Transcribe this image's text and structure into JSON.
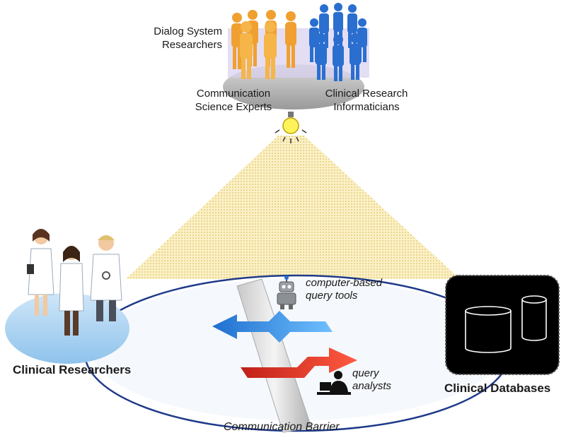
{
  "labels": {
    "dialog_system_researchers": [
      "Dialog System",
      "Researchers"
    ],
    "communication_science_experts": [
      "Communication",
      "Science Experts"
    ],
    "clinical_research_informaticians": [
      "Clinical Research",
      "Informaticians"
    ],
    "clinical_researchers": "Clinical Researchers",
    "clinical_databases": "Clinical Databases",
    "computer_based_query_tools": [
      "computer-based",
      "query tools"
    ],
    "query_analysts": [
      "query",
      "analysts"
    ],
    "communication_barrier": "Communication Barrier"
  },
  "colors": {
    "orange_people": "#f0a030",
    "blue_people": "#2a6fd0",
    "light_cone": "#f3e6a8",
    "ellipse_fill": "#e8f0f8",
    "ellipse_stroke": "#1f3a8a",
    "researcher_disk": "#a9d2f2",
    "database_box": "#000000",
    "arrow_blue": "#2f8fe0",
    "arrow_red": "#e03a2a"
  },
  "icons": [
    "person-group-orange-icon",
    "person-group-blue-icon",
    "light-bulb-icon",
    "robot-icon",
    "analyst-at-computer-icon",
    "database-cylinder-icon",
    "doctor-icon"
  ]
}
